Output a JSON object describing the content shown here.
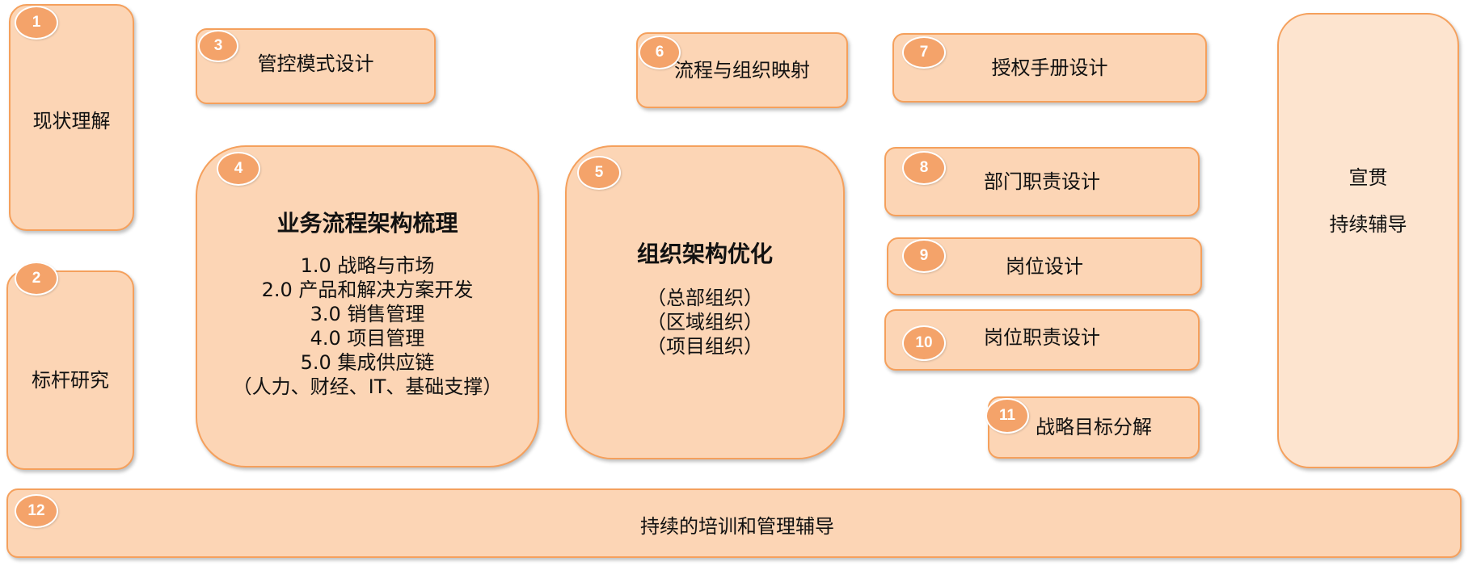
{
  "boxes": {
    "b1": {
      "badge": "1",
      "label": "现状理解"
    },
    "b2": {
      "badge": "2",
      "label": "标杆研究"
    },
    "b3": {
      "badge": "3",
      "label": "管控模式设计"
    },
    "b4": {
      "badge": "4",
      "title": "业务流程架构梳理",
      "lines": [
        "1.0 战略与市场",
        "2.0 产品和解决方案开发",
        "3.0 销售管理",
        "4.0 项目管理",
        "5.0 集成供应链",
        "（人力、财经、IT、基础支撑）"
      ]
    },
    "b5": {
      "badge": "5",
      "title": "组织架构优化",
      "lines": [
        "（总部组织）",
        "（区域组织）",
        "（项目组织）"
      ]
    },
    "b6": {
      "badge": "6",
      "label": "流程与组织映射"
    },
    "b7": {
      "badge": "7",
      "label": "授权手册设计"
    },
    "b8": {
      "badge": "8",
      "label": "部门职责设计"
    },
    "b9": {
      "badge": "9",
      "label": "岗位设计"
    },
    "b10": {
      "badge": "10",
      "label": "岗位职责设计"
    },
    "b11": {
      "badge": "11",
      "label": "战略目标分解"
    },
    "b12": {
      "badge": "12",
      "label": "持续的培训和管理辅导"
    },
    "side": {
      "line1": "宣贯",
      "line2": "持续辅导"
    }
  },
  "colors": {
    "box_fill": "#fcd5b5",
    "box_fill_light": "#fde4cf",
    "border": "#f5a05c",
    "badge_fill": "#f4a36a",
    "badge_text": "#ffffff"
  }
}
